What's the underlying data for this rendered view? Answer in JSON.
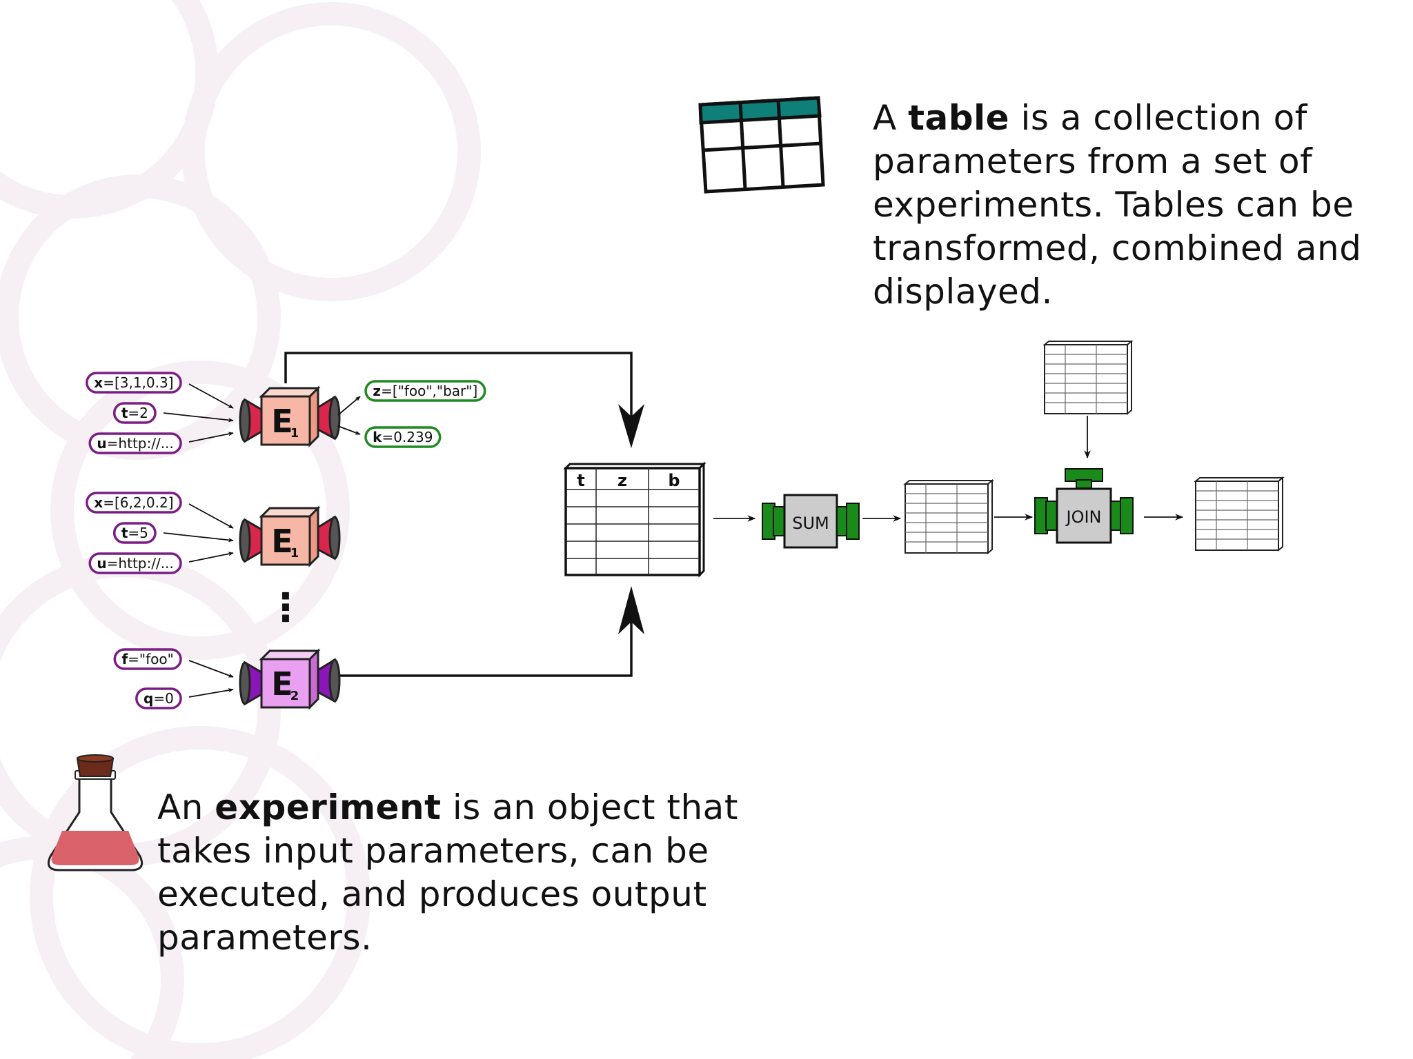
{
  "table_text": {
    "pre": "A ",
    "bold": "table",
    "post": " is a collection of parameters from a set of experiments. Tables can be transformed, combined and displayed."
  },
  "experiment_text": {
    "pre": "An ",
    "bold": "experiment",
    "post": " is an object that takes input parameters, can be executed, and produces output parameters."
  },
  "experiments": [
    {
      "label": "E",
      "sub": "1",
      "color": "#f6b7a6",
      "cone_color": "#d9264c",
      "inputs": [
        {
          "key": "x",
          "value": "=[3,1,0.3]"
        },
        {
          "key": "t",
          "value": "=2"
        },
        {
          "key": "u",
          "value": "=http://..."
        }
      ],
      "outputs": [
        {
          "key": "z",
          "value": "=[\"foo\",\"bar\"]"
        },
        {
          "key": "k",
          "value": "=0.239"
        }
      ]
    },
    {
      "label": "E",
      "sub": "1",
      "color": "#f6b7a6",
      "cone_color": "#d9264c",
      "inputs": [
        {
          "key": "x",
          "value": "=[6,2,0.2]"
        },
        {
          "key": "t",
          "value": "=5"
        },
        {
          "key": "u",
          "value": "=http://..."
        }
      ]
    },
    {
      "label": "E",
      "sub": "2",
      "color": "#e9a0f0",
      "cone_color": "#8b16b8",
      "inputs": [
        {
          "key": "f",
          "value": "=\"foo\""
        },
        {
          "key": "q",
          "value": "=0"
        }
      ]
    }
  ],
  "ellipsis": "⋮",
  "result_table": {
    "headers": [
      "t",
      "z",
      "b"
    ]
  },
  "operations": [
    {
      "label": "SUM"
    },
    {
      "label": "JOIN"
    }
  ],
  "colors": {
    "input_border": "#7b1d86",
    "output_border": "#1f8a1f",
    "operator_green": "#1a8a1a",
    "operator_gray": "#cccccc",
    "table_header": "#0f7f7a",
    "background_circles": "#f6f0f5",
    "flask_liquid": "#d9626b",
    "flask_cork": "#6b2a1a"
  }
}
